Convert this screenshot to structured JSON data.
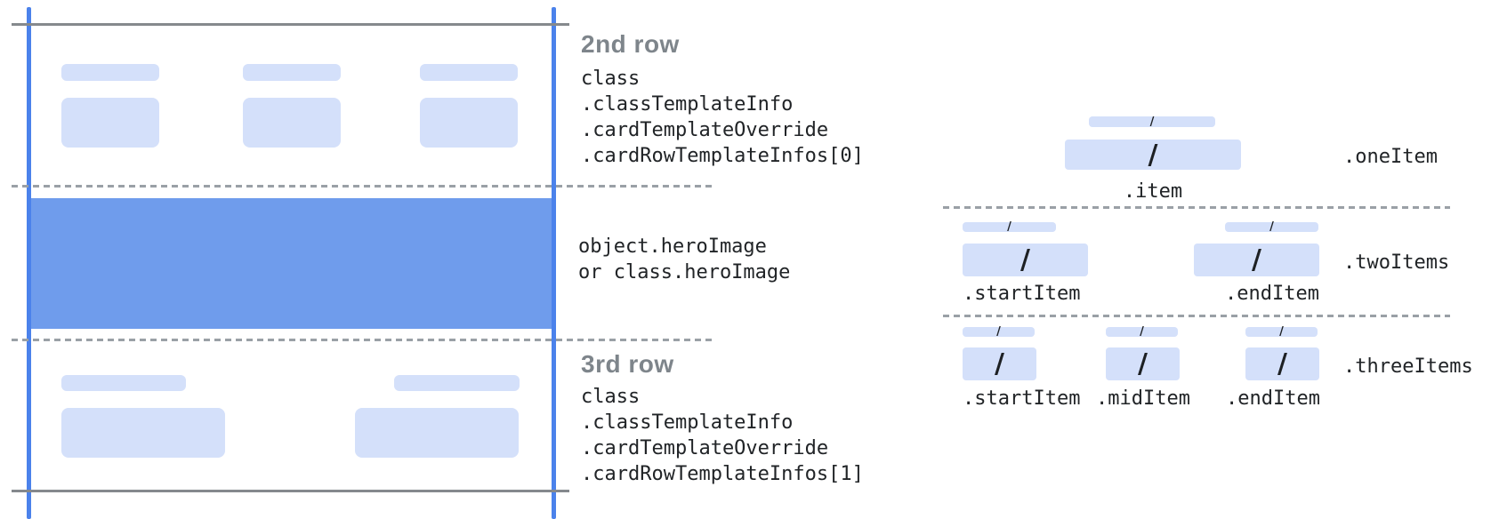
{
  "colors": {
    "card_edge_blue": "#4b82eb",
    "hero_blue": "#6f9cec",
    "placeholder_blue": "#d4e0fa",
    "solid_line_gray": "#85898d",
    "dashed_line_gray": "#9aa0a6",
    "heading_gray": "#7e858b",
    "code_text": "#212427"
  },
  "card": {
    "row2": {
      "title": "2nd row",
      "code": [
        "class",
        ".classTemplateInfo",
        ".cardTemplateOverride",
        ".cardRowTemplateInfos[0]"
      ]
    },
    "hero": {
      "line1": "object.heroImage",
      "line2": "or class.heroImage"
    },
    "row3": {
      "title": "3rd row",
      "code": [
        "class",
        ".classTemplateInfo",
        ".cardTemplateOverride",
        ".cardRowTemplateInfos[1]"
      ]
    }
  },
  "panel": {
    "slash": "/",
    "rows": [
      {
        "name": ".oneItem",
        "items": [
          {
            "label": ".item"
          }
        ]
      },
      {
        "name": ".twoItems",
        "items": [
          {
            "label": ".startItem"
          },
          {
            "label": ".endItem"
          }
        ]
      },
      {
        "name": ".threeItems",
        "items": [
          {
            "label": ".startItem"
          },
          {
            "label": ".midItem"
          },
          {
            "label": ".endItem"
          }
        ]
      }
    ]
  }
}
